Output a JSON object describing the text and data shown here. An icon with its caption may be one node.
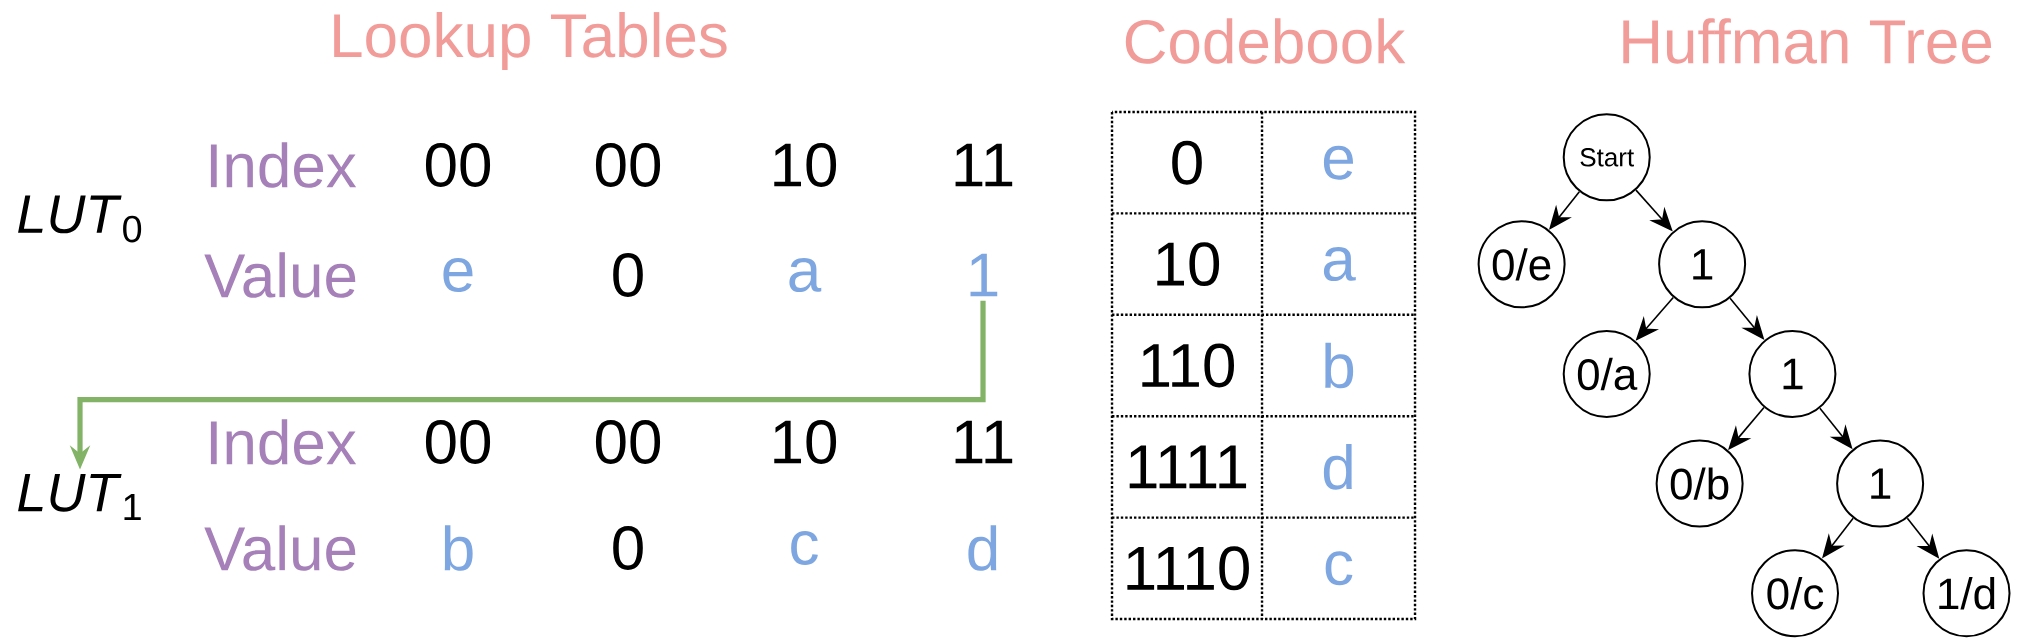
{
  "diagram": {
    "nodes": [
      {
        "text": [
          "1"
        ]
      },
      {
        "text": [
          "*LUT*$_{1}$"
        ]
      },
      {
        "text": [
          "Start"
        ]
      },
      {
        "text": [
          "0/e"
        ]
      },
      {
        "text": [
          "1"
        ]
      },
      {
        "text": [
          "0/a"
        ]
      },
      {
        "text": [
          "1"
        ]
      },
      {
        "text": [
          "0/b"
        ]
      },
      {
        "text": [
          "1"
        ]
      },
      {
        "text": [
          "0/c"
        ]
      },
      {
        "text": [
          "1/d"
        ]
      }
    ],
    "edges": [
      {
        "from": 0,
        "to": 1,
        "arrow": "to",
        "style": "thick",
        "color": "#82b366"
      },
      {
        "from": 2,
        "to": 3,
        "arrow": "to"
      },
      {
        "from": 2,
        "to": 4,
        "arrow": "to"
      },
      {
        "from": 4,
        "to": 5,
        "arrow": "to"
      },
      {
        "from": 4,
        "to": 6,
        "arrow": "to"
      },
      {
        "from": 6,
        "to": 7,
        "arrow": "to"
      },
      {
        "from": 6,
        "to": 8,
        "arrow": "to"
      },
      {
        "from": 8,
        "to": 9,
        "arrow": "to"
      },
      {
        "from": 8,
        "to": 10,
        "arrow": "to"
      }
    ],
    "labels": [
      "Lookup Tables",
      "Codebook",
      "Huffman Tree",
      "*LUT*$_{0}$",
      "Index",
      "00",
      "00",
      "10",
      "11",
      "Value",
      "e",
      "0",
      "a",
      "Index",
      "00",
      "00",
      "10",
      "11",
      "Value",
      "b",
      "0",
      "c",
      "d",
      "0",
      "e",
      "10",
      "a",
      "110",
      "b",
      "1111",
      "d",
      "1110",
      "c"
    ]
  }
}
